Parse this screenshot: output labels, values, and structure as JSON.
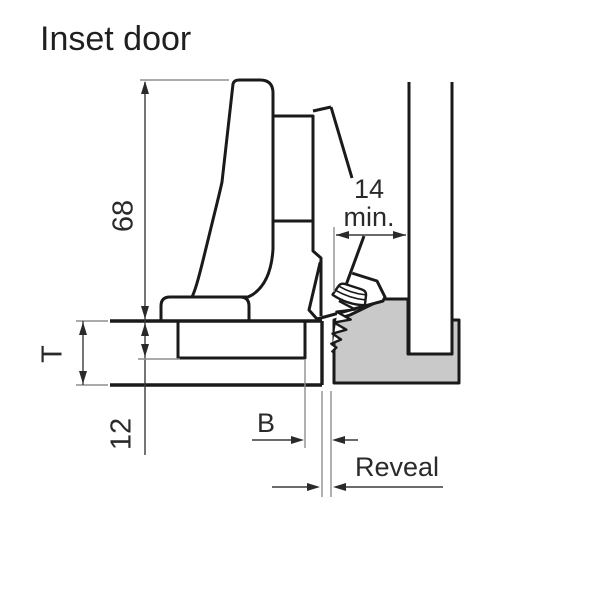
{
  "title": "Inset door",
  "colors": {
    "outline": "#1a1a1a",
    "dimension_line": "#3a3a3a",
    "extension_line": "#8f8f8f",
    "cabinet_fill": "#c9c9c9",
    "text": "#2a2a2a",
    "background": "#ffffff"
  },
  "dimensions": {
    "hinge_height": "68",
    "min_clearance_line1": "14",
    "min_clearance_line2": "min.",
    "door_thickness": "T",
    "cup_depth": "12",
    "bore_distance": "B",
    "reveal": "Reveal"
  }
}
